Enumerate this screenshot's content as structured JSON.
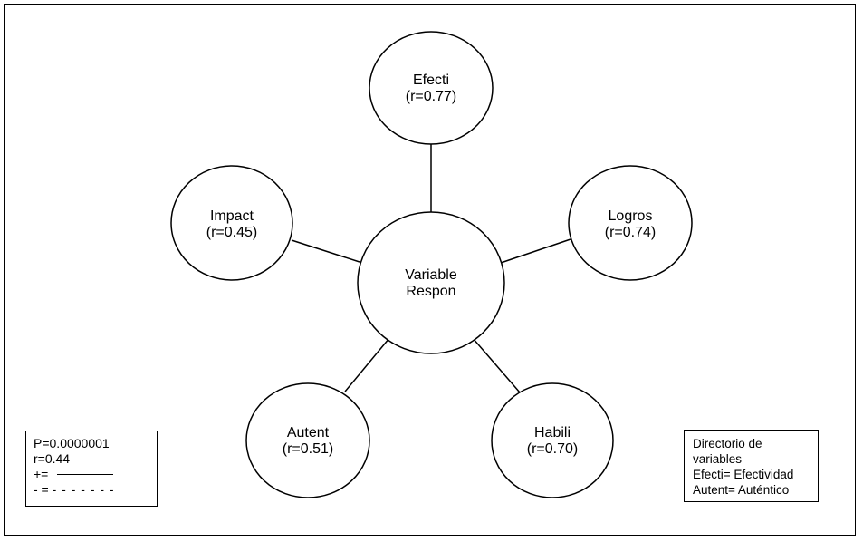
{
  "diagram": {
    "center": {
      "line1": "Variable",
      "line2": "Respon"
    },
    "nodes": [
      {
        "id": "efecti",
        "name": "Efecti",
        "r": "(r=0.77)",
        "line_style": "solid"
      },
      {
        "id": "logros",
        "name": "Logros",
        "r": "(r=0.74)",
        "line_style": "solid"
      },
      {
        "id": "habili",
        "name": "Habili",
        "r": "(r=0.70)",
        "line_style": "solid"
      },
      {
        "id": "autent",
        "name": "Autent",
        "r": "(r=0.51)",
        "line_style": "solid"
      },
      {
        "id": "impact",
        "name": "Impact",
        "r": "(r=0.45)",
        "line_style": "solid"
      }
    ],
    "colors": {
      "stroke": "#000000",
      "fill": "#ffffff",
      "text": "#000000"
    }
  },
  "stats_legend": {
    "p_value": "P=0.0000001",
    "r_value": "r=0.44",
    "positive_label": "+=",
    "negative_label": "- =",
    "negative_sample": "- - - - - - -"
  },
  "directory_legend": {
    "title_line1": "Directorio de",
    "title_line2": "variables",
    "entry1": "Efecti= Efectividad",
    "entry2": "Autent= Auténtico"
  }
}
